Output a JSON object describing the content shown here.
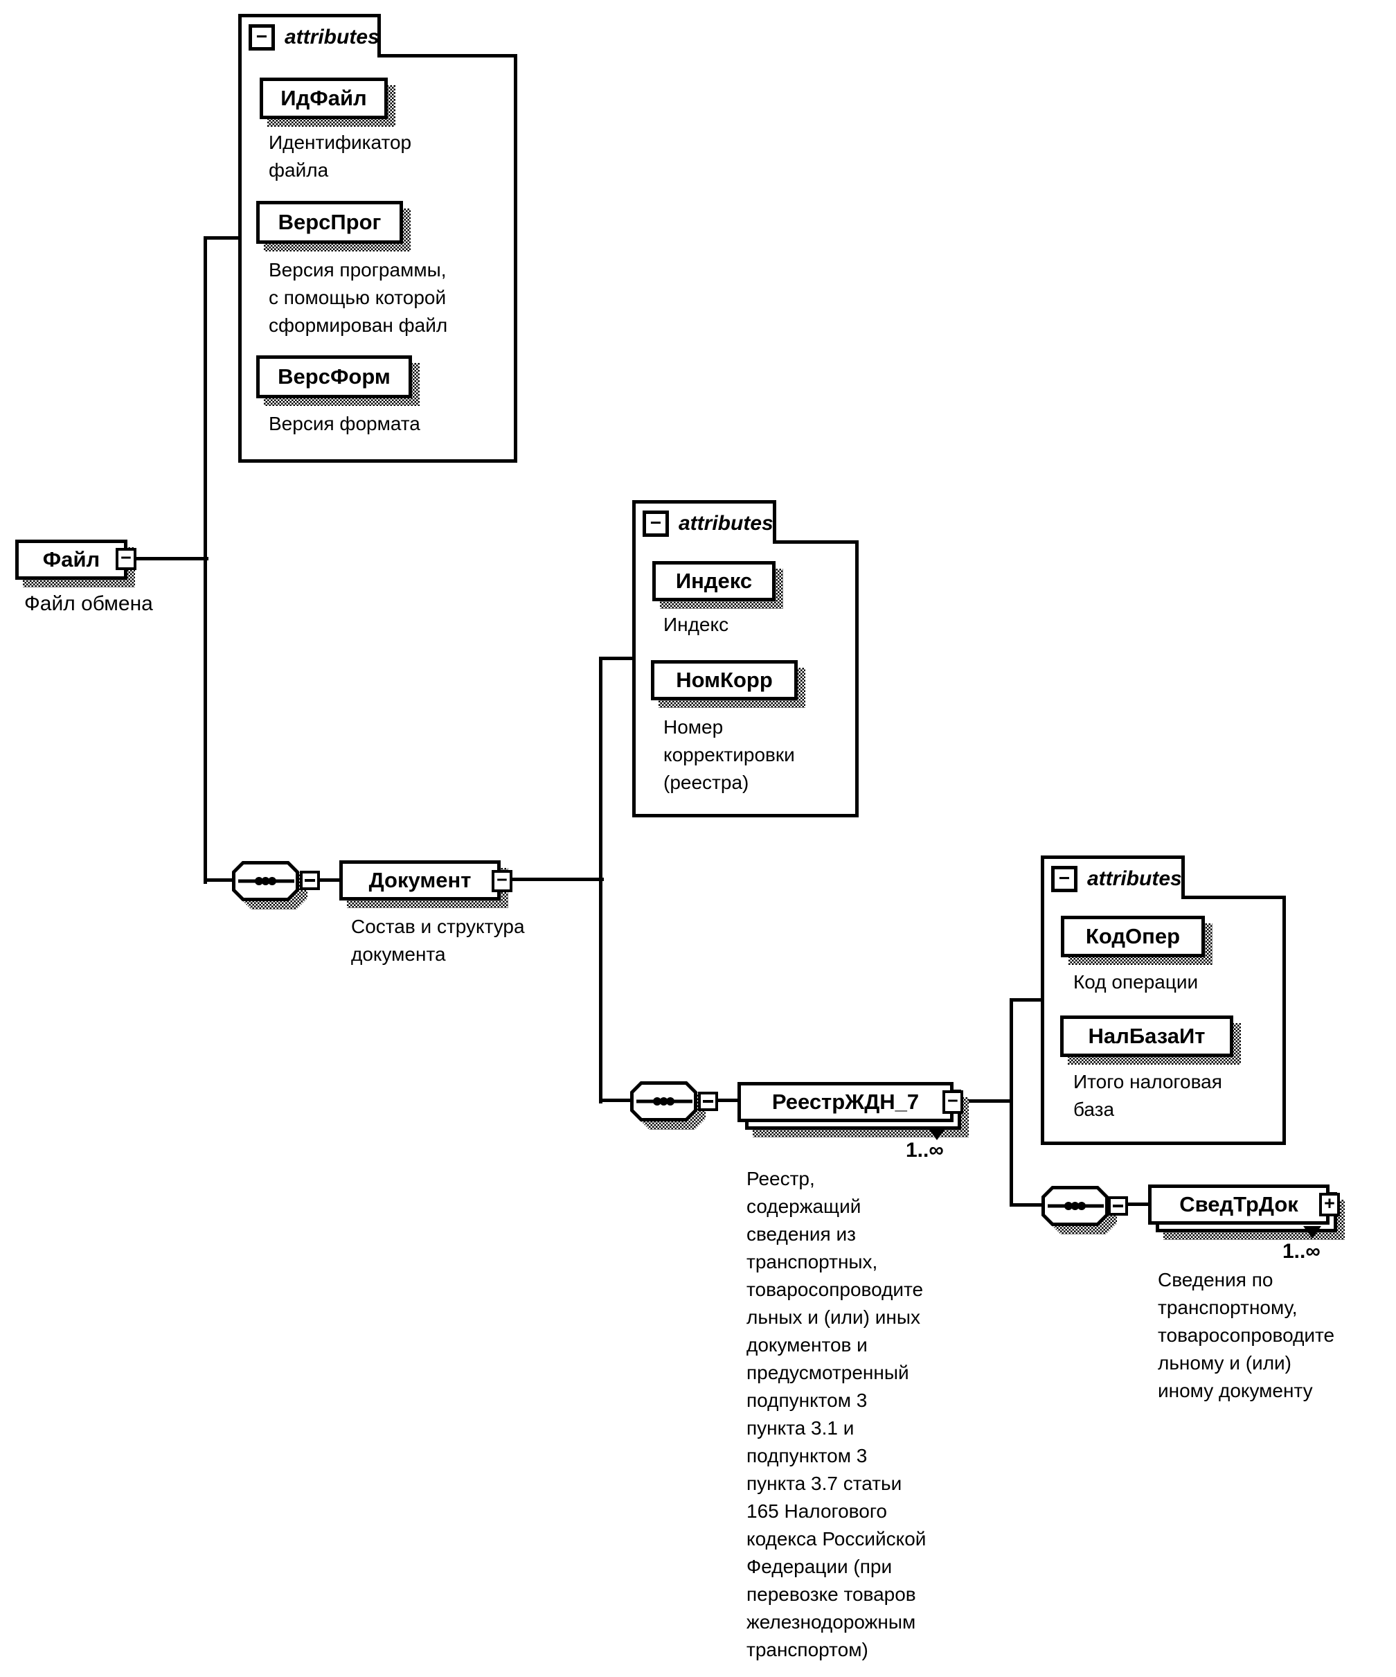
{
  "diagram": {
    "attributes_label": "attributes",
    "collapse_glyph": "−",
    "expand_glyph": "+",
    "file": {
      "label": "Файл",
      "annotation": "Файл обмена"
    },
    "file_attributes": [
      {
        "label": "ИдФайл",
        "annotation": "Идентификатор\nфайла"
      },
      {
        "label": "ВерсПрог",
        "annotation": "Версия программы,\nс помощью которой\nсформирован файл"
      },
      {
        "label": "ВерсФорм",
        "annotation": "Версия формата"
      }
    ],
    "document": {
      "label": "Документ",
      "annotation": "Состав и структура\nдокумента"
    },
    "document_attributes": [
      {
        "label": "Индекс",
        "annotation": "Индекс"
      },
      {
        "label": "НомКорр",
        "annotation": "Номер\nкорректировки\n(реестра)"
      }
    ],
    "registry": {
      "label": "РеестрЖДН_7",
      "cardinality": "1..∞",
      "annotation": "Реестр,\nсодержащий\nсведения из\nтранспортных,\nтоваросопроводите\nльных и (или) иных\nдокументов и\nпредусмотренный\nподпунктом 3\nпункта 3.1 и\nподпунктом 3\nпункта 3.7 статьи\n165 Налогового\nкодекса Российской\nФедерации (при\nперевозке товаров\nжелезнодорожным\nтранспортом)"
    },
    "registry_attributes": [
      {
        "label": "КодОпер",
        "annotation": "Код операции"
      },
      {
        "label": "НалБазаИт",
        "annotation": "Итого налоговая\nбаза"
      }
    ],
    "transport_doc": {
      "label": "СведТрДок",
      "cardinality": "1..∞",
      "annotation": "Сведения по\nтранспортному,\nтоваросопроводите\nльному и (или)\nиному документу"
    }
  }
}
